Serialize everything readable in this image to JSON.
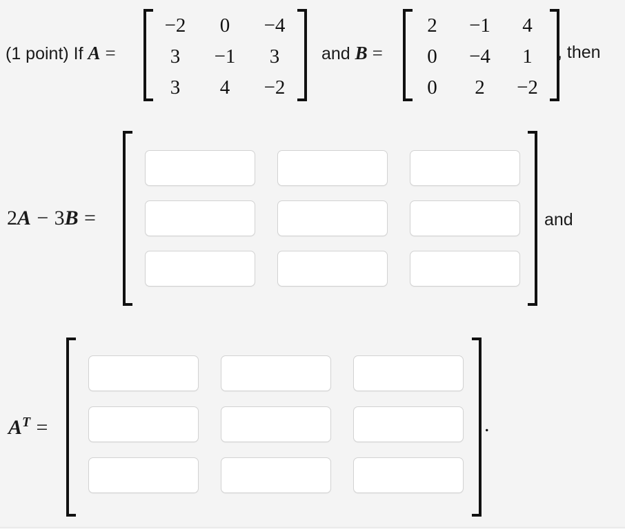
{
  "page": {
    "background_color": "#f4f4f4",
    "text_color": "#1a1a1a"
  },
  "problem": {
    "points_label": "(1 point) If",
    "var_a": "A",
    "equals": "=",
    "conjunction": "and",
    "var_b": "B",
    "then_label": ", then",
    "trailing_period": "."
  },
  "matrix_a": {
    "name": "A",
    "rows": [
      [
        "−2",
        "0",
        "−4"
      ],
      [
        "3",
        "−1",
        "3"
      ],
      [
        "3",
        "4",
        "−2"
      ]
    ]
  },
  "matrix_b": {
    "name": "B",
    "rows": [
      [
        "2",
        "−1",
        "4"
      ],
      [
        "0",
        "−4",
        "1"
      ],
      [
        "0",
        "2",
        "−2"
      ]
    ]
  },
  "answer_1": {
    "label_prefix": "2",
    "label_a": "A",
    "label_minus": "−",
    "label_three": "3",
    "label_b": "B",
    "label_equals": "=",
    "full_label": "2A − 3B =",
    "side_text": "and",
    "cells": [
      {
        "id": "r1c1",
        "value": "",
        "placeholder": ""
      },
      {
        "id": "r1c2",
        "value": "",
        "placeholder": ""
      },
      {
        "id": "r1c3",
        "value": "",
        "placeholder": ""
      },
      {
        "id": "r2c1",
        "value": "",
        "placeholder": ""
      },
      {
        "id": "r2c2",
        "value": "",
        "placeholder": ""
      },
      {
        "id": "r2c3",
        "value": "",
        "placeholder": ""
      },
      {
        "id": "r3c1",
        "value": "",
        "placeholder": ""
      },
      {
        "id": "r3c2",
        "value": "",
        "placeholder": ""
      },
      {
        "id": "r3c3",
        "value": "",
        "placeholder": ""
      }
    ]
  },
  "answer_2": {
    "label_a": "A",
    "label_sup": "T",
    "label_equals": "=",
    "full_label": "Aᵀ =",
    "cells": [
      {
        "id": "r1c1",
        "value": "",
        "placeholder": ""
      },
      {
        "id": "r1c2",
        "value": "",
        "placeholder": ""
      },
      {
        "id": "r1c3",
        "value": "",
        "placeholder": ""
      },
      {
        "id": "r2c1",
        "value": "",
        "placeholder": ""
      },
      {
        "id": "r2c2",
        "value": "",
        "placeholder": ""
      },
      {
        "id": "r2c3",
        "value": "",
        "placeholder": ""
      },
      {
        "id": "r3c1",
        "value": "",
        "placeholder": ""
      },
      {
        "id": "r3c2",
        "value": "",
        "placeholder": ""
      },
      {
        "id": "r3c3",
        "value": "",
        "placeholder": ""
      }
    ]
  }
}
